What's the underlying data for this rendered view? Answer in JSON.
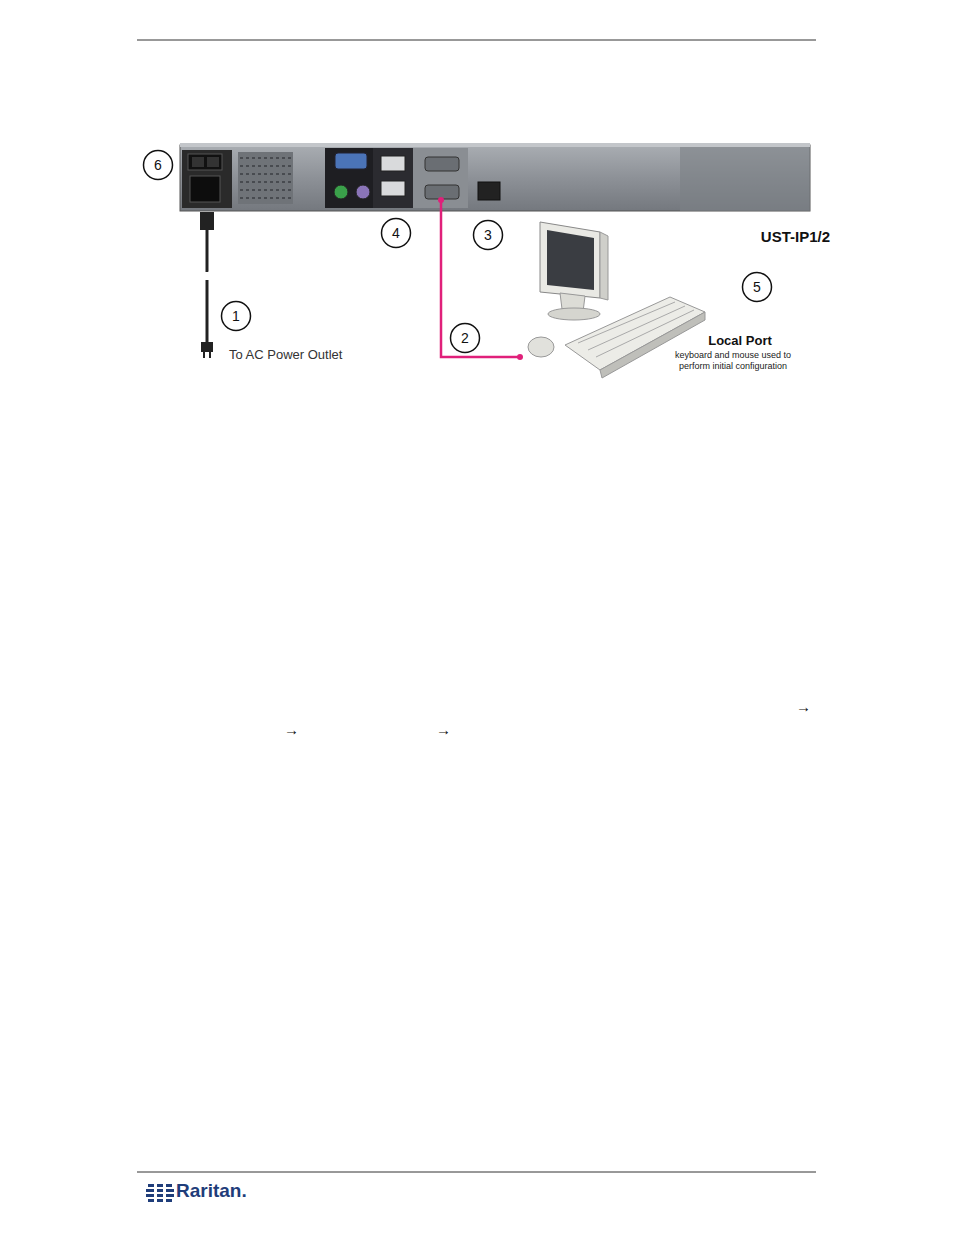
{
  "diagram": {
    "nodes": [
      {
        "text": [
          "6"
        ]
      },
      {
        "text": [
          "4"
        ]
      },
      {
        "text": [
          "3"
        ]
      },
      {
        "text": [
          "5"
        ]
      },
      {
        "text": [
          "1"
        ]
      },
      {
        "text": [
          "2"
        ]
      }
    ],
    "labels": [
      "UST-IP1/2",
      "Local Port",
      "keyboard and mouse used to perform initial configuration",
      "To AC Power Outlet",
      "→",
      "→",
      "→",
      "Raritan."
    ]
  }
}
